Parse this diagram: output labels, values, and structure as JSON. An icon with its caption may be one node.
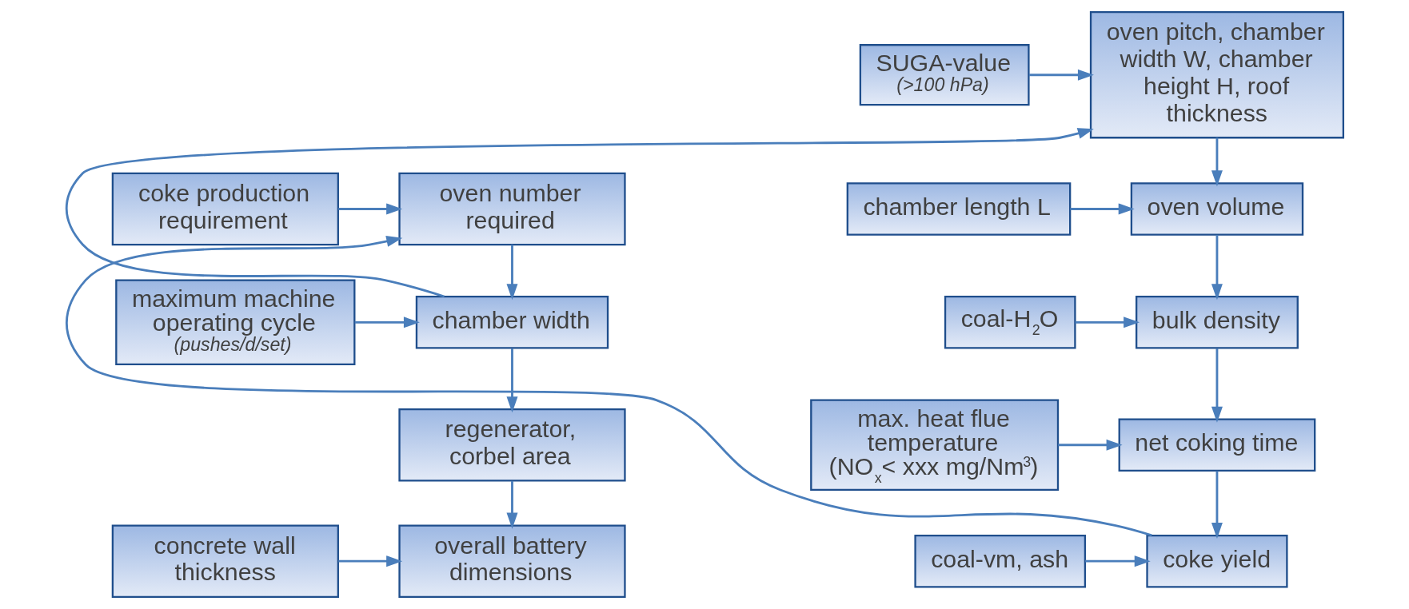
{
  "diagram": {
    "nodes": [
      {
        "text": [
          "SUGA-value",
          "(>100 hPa)"
        ]
      },
      {
        "text": [
          "oven pitch, chamber width W, chamber height H, roof thickness"
        ]
      },
      {
        "text": [
          "chamber length L"
        ]
      },
      {
        "text": [
          "oven volume"
        ]
      },
      {
        "text": [
          "coal-H$_{2}$O"
        ]
      },
      {
        "text": [
          "bulk density"
        ]
      },
      {
        "text": [
          "max. heat flue temperature",
          "(NO$_{x}$< xxx mg/Nm$^{3}$)"
        ]
      },
      {
        "text": [
          "net coking time"
        ]
      },
      {
        "text": [
          "coal-vm, ash"
        ]
      },
      {
        "text": [
          "coke yield"
        ]
      },
      {
        "text": [
          "coke production requirement"
        ]
      },
      {
        "text": [
          "oven number required"
        ]
      },
      {
        "text": [
          "maximum machine operating cycle",
          "(pushes/d/set)"
        ]
      },
      {
        "text": [
          "chamber width"
        ]
      },
      {
        "text": [
          "regenerator, corbel area"
        ]
      },
      {
        "text": [
          "concrete wall thickness"
        ]
      },
      {
        "text": [
          "overall battery dimensions"
        ]
      }
    ],
    "edges": [
      {
        "from": 0,
        "to": 1,
        "arrow": "to"
      },
      {
        "from": 1,
        "to": 3,
        "arrow": "to"
      },
      {
        "from": 2,
        "to": 3,
        "arrow": "to"
      },
      {
        "from": 3,
        "to": 5,
        "arrow": "to"
      },
      {
        "from": 4,
        "to": 5,
        "arrow": "to"
      },
      {
        "from": 5,
        "to": 7,
        "arrow": "to"
      },
      {
        "from": 6,
        "to": 7,
        "arrow": "to"
      },
      {
        "from": 7,
        "to": 9,
        "arrow": "to"
      },
      {
        "from": 8,
        "to": 9,
        "arrow": "to"
      },
      {
        "from": 9,
        "to": 11,
        "arrow": "to"
      },
      {
        "from": 10,
        "to": 11,
        "arrow": "to"
      },
      {
        "from": 11,
        "to": 13,
        "arrow": "to"
      },
      {
        "from": 12,
        "to": 13,
        "arrow": "to"
      },
      {
        "from": 13,
        "to": 1,
        "arrow": "to"
      },
      {
        "from": 13,
        "to": 14,
        "arrow": "to"
      },
      {
        "from": 14,
        "to": 16,
        "arrow": "to"
      },
      {
        "from": 15,
        "to": 16,
        "arrow": "to"
      }
    ]
  }
}
